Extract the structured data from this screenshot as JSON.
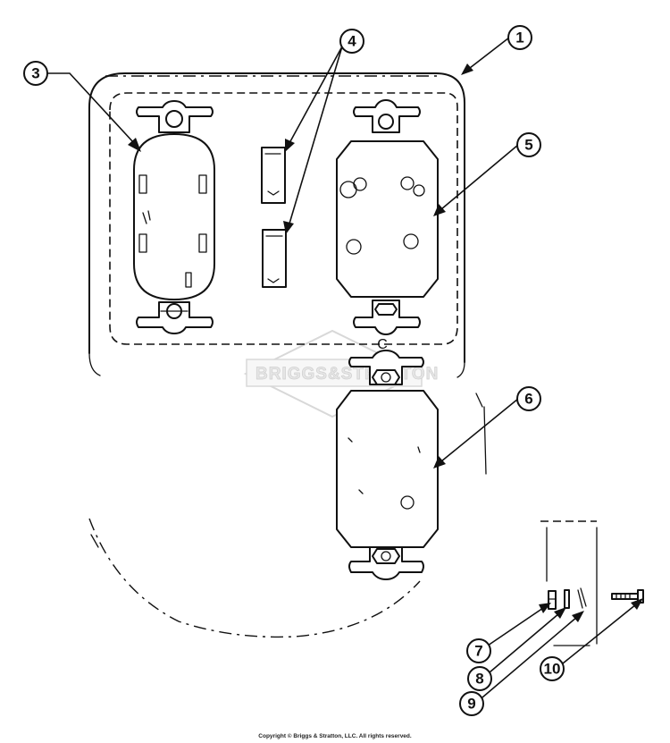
{
  "callouts": {
    "c1": "1",
    "c3": "3",
    "c4": "4",
    "c5": "5",
    "c6": "6",
    "c7": "7",
    "c8": "8",
    "c9": "9",
    "c10": "10"
  },
  "watermark": "BRIGGS&STRATTON",
  "mark_c": "C",
  "copyright": "Copyright © Briggs & Stratton, LLC. All rights reserved."
}
